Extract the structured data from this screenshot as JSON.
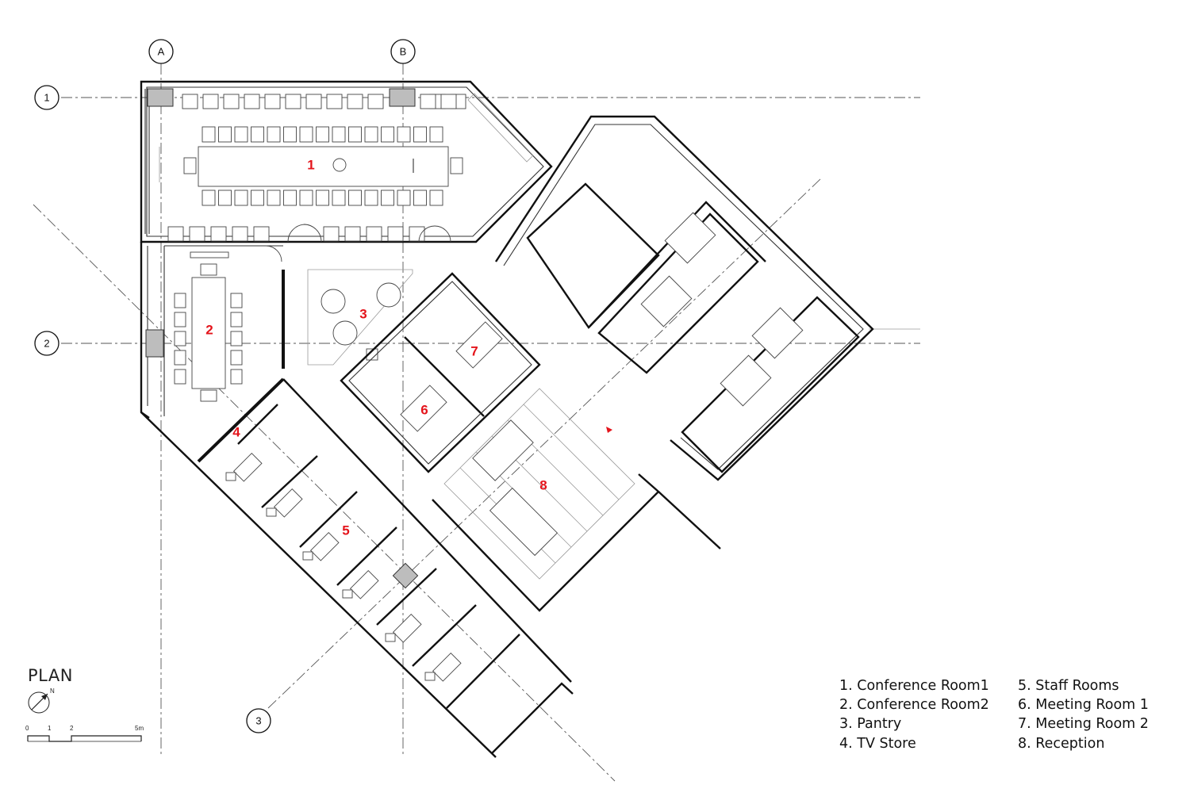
{
  "title": "PLAN",
  "north_symbol": "N",
  "scale_bar": {
    "ticks": [
      "0",
      "1",
      "2",
      "5m"
    ]
  },
  "grid": {
    "columns": [
      "A",
      "B"
    ],
    "rows": [
      "1",
      "2",
      "3"
    ]
  },
  "rooms": [
    "1",
    "2",
    "3",
    "4",
    "5",
    "6",
    "7",
    "8"
  ],
  "legend": {
    "column_1": [
      "1. Conference Room1",
      "2. Conference Room2",
      "3. Pantry",
      "4. TV Store"
    ],
    "column_2": [
      "5. Staff Rooms",
      "6. Meeting Room 1",
      "7. Meeting Room 2",
      "8. Reception"
    ]
  },
  "colors": {
    "room_number": "#e4141b",
    "line": "#111111",
    "column": "#bdbdbd"
  },
  "icons": [
    "north-arrow-icon",
    "scale-bar-icon"
  ]
}
